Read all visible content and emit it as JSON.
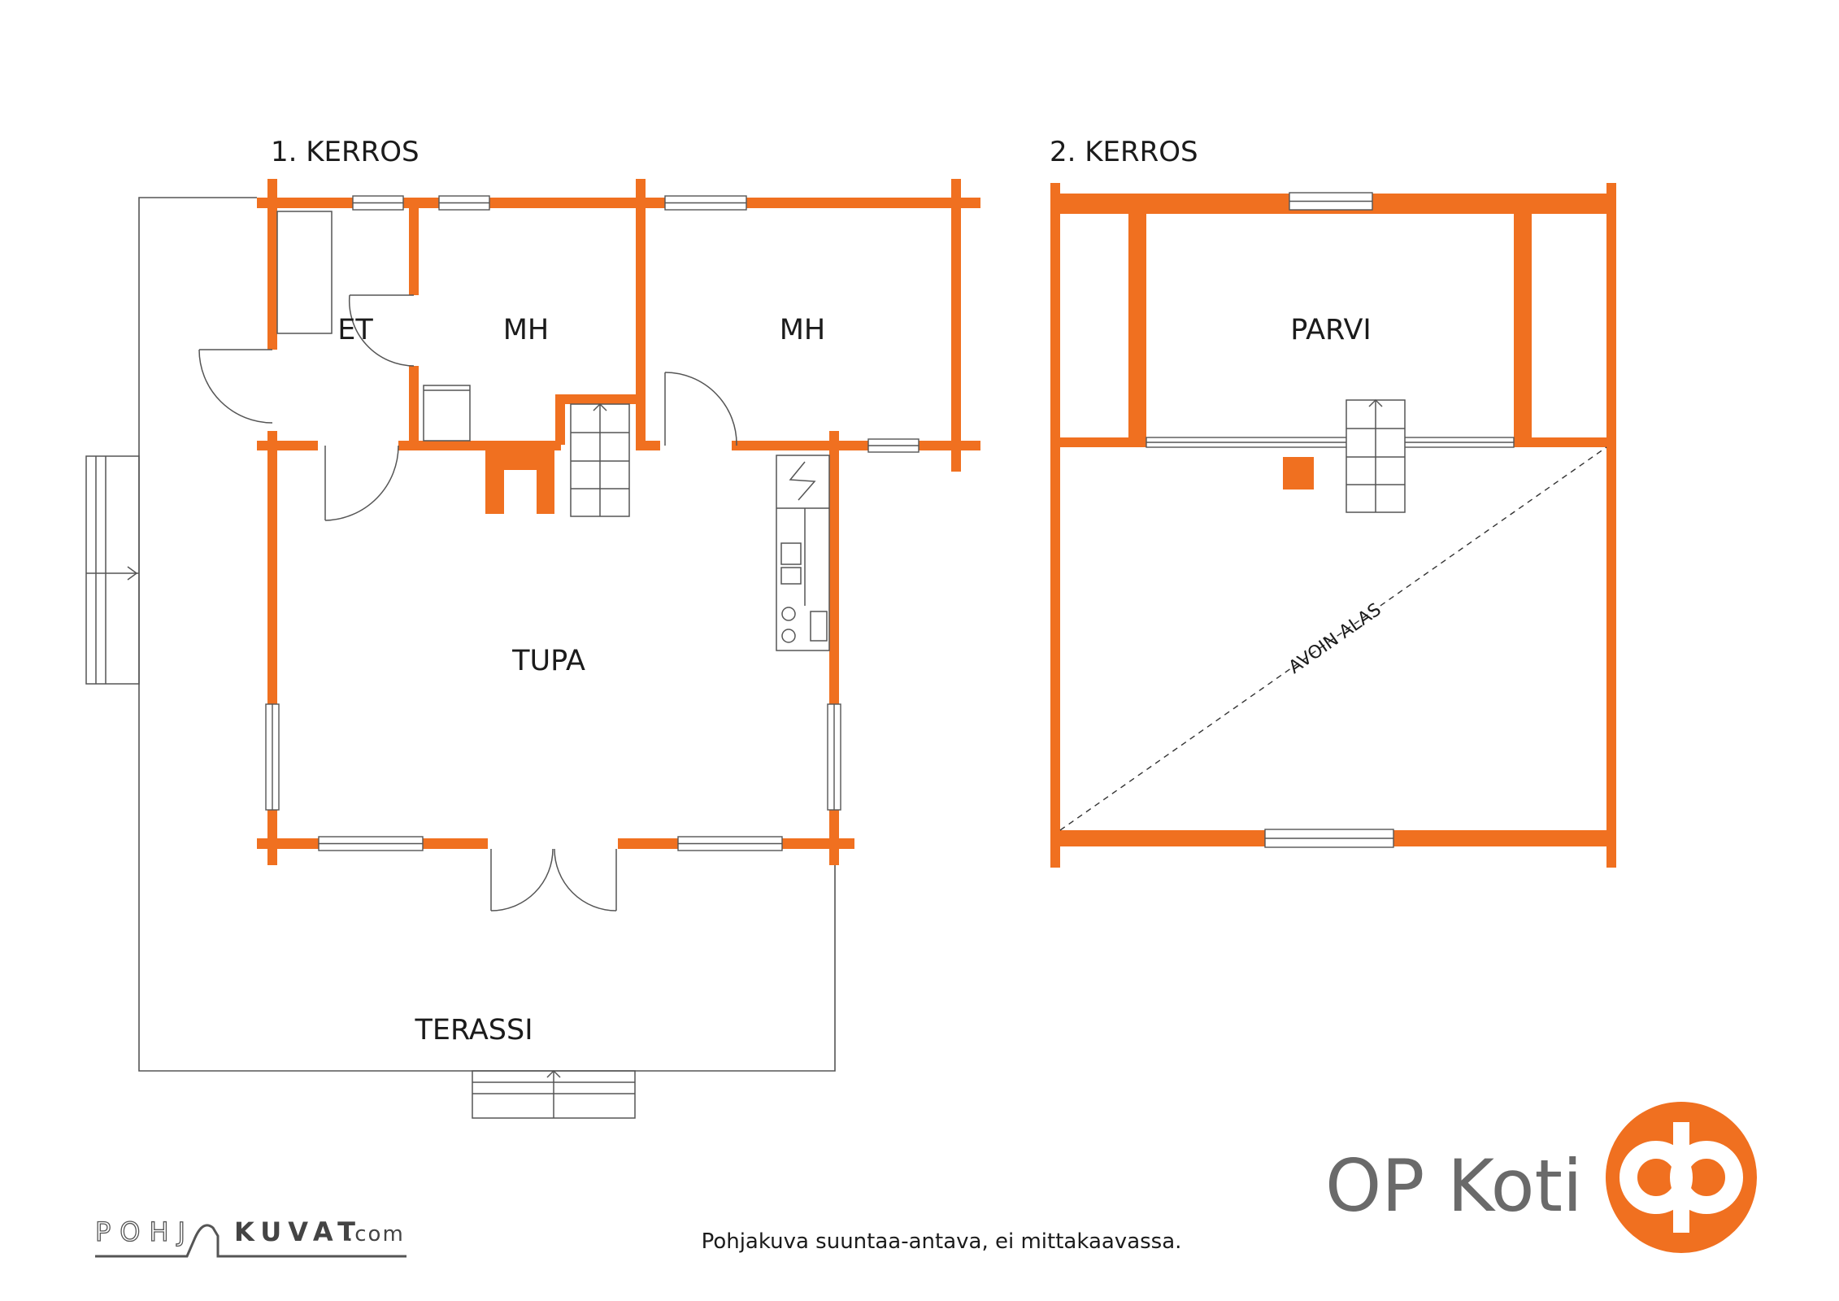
{
  "floors": {
    "first": {
      "title": "1. KERROS",
      "rooms": {
        "et": "ET",
        "mh1": "MH",
        "mh2": "MH",
        "tupa": "TUPA",
        "terassi": "TERASSI"
      }
    },
    "second": {
      "title": "2. KERROS",
      "rooms": {
        "parvi": "PARVI"
      },
      "open_label": "AVOIN ALAS"
    }
  },
  "footer": {
    "note": "Pohjakuva suuntaa-antava, ei mittakaavassa."
  },
  "brand": {
    "name": "OP Koti"
  },
  "watermark": {
    "part1": "POHJ",
    "part2": "KUVAT",
    "part3": ".com"
  },
  "colors": {
    "wall": "#f07020",
    "line": "#555555",
    "text": "#1b1b1b",
    "brand_text": "#6a6a6a"
  }
}
